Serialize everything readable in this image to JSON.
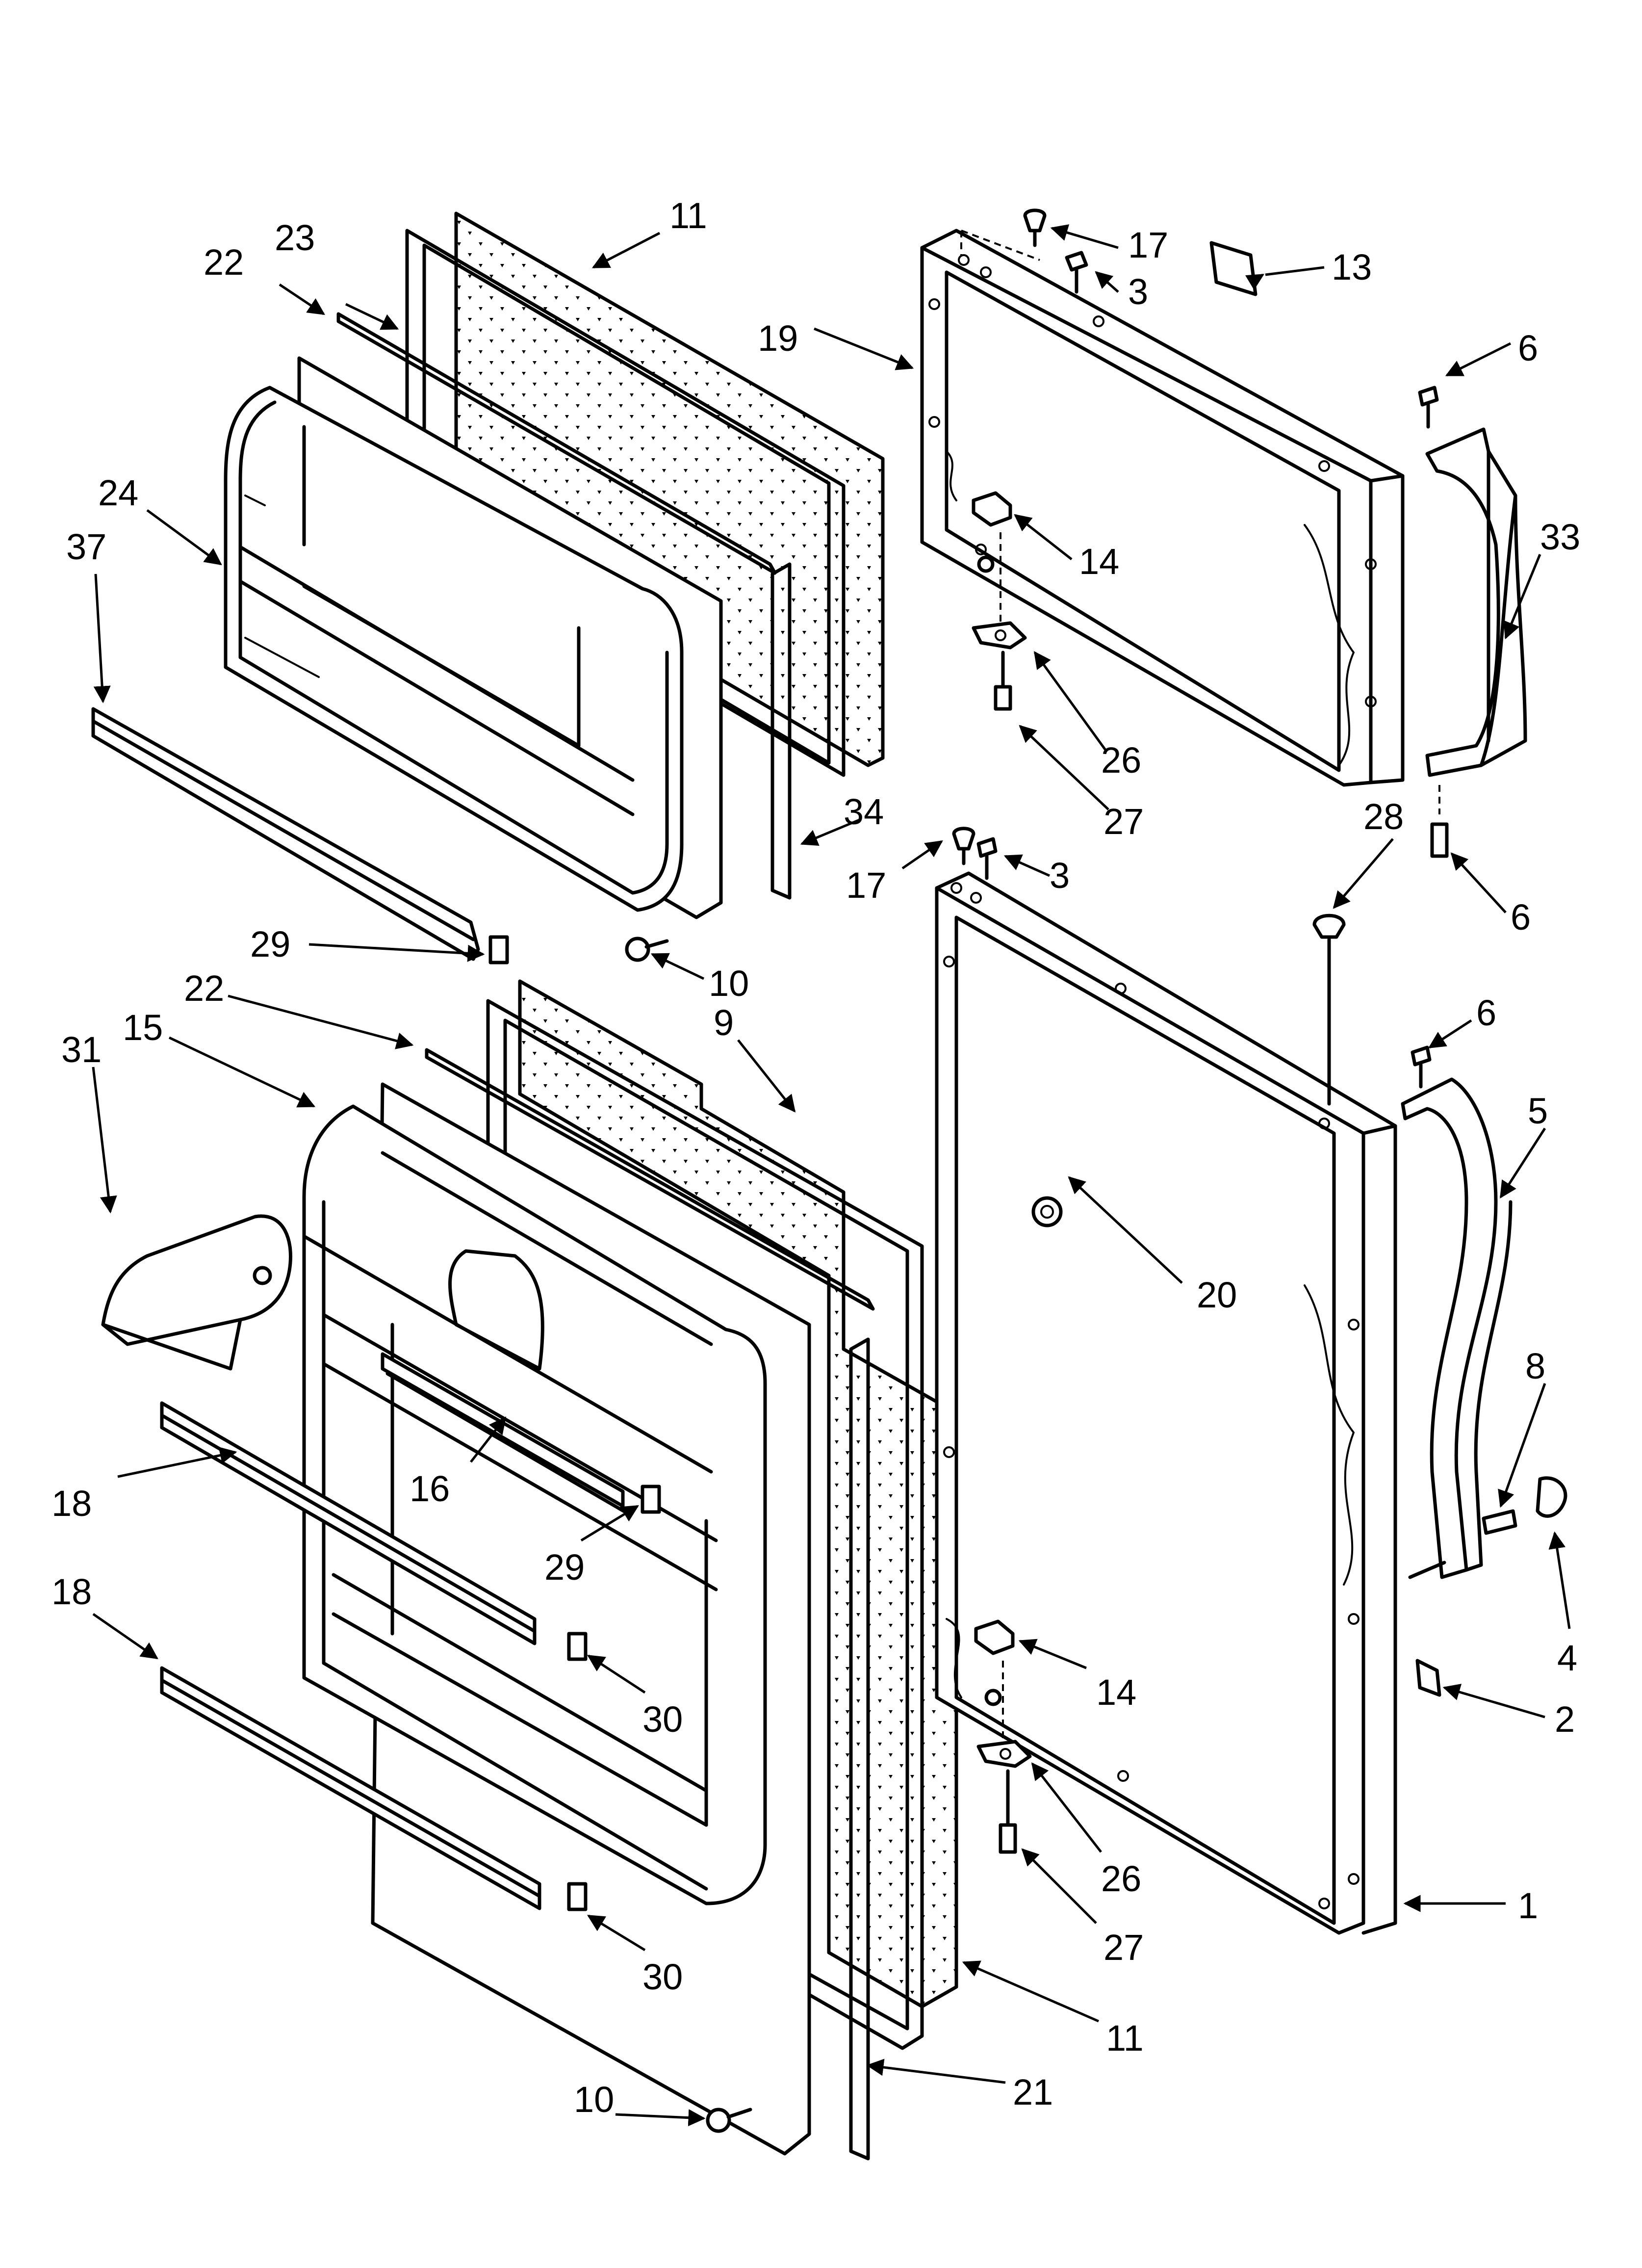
{
  "callouts": [
    {
      "id": "c11a",
      "text": "11"
    },
    {
      "id": "c23",
      "text": "23"
    },
    {
      "id": "c22a",
      "text": "22"
    },
    {
      "id": "c17a",
      "text": "17"
    },
    {
      "id": "c3a",
      "text": "3"
    },
    {
      "id": "c13",
      "text": "13"
    },
    {
      "id": "c19",
      "text": "19"
    },
    {
      "id": "c6a",
      "text": "6"
    },
    {
      "id": "c24",
      "text": "24"
    },
    {
      "id": "c37",
      "text": "37"
    },
    {
      "id": "c14a",
      "text": "14"
    },
    {
      "id": "c33",
      "text": "33"
    },
    {
      "id": "c26a",
      "text": "26"
    },
    {
      "id": "c27a",
      "text": "27"
    },
    {
      "id": "c34",
      "text": "34"
    },
    {
      "id": "c28",
      "text": "28"
    },
    {
      "id": "c17b",
      "text": "17"
    },
    {
      "id": "c3b",
      "text": "3"
    },
    {
      "id": "c6b",
      "text": "6"
    },
    {
      "id": "c29a",
      "text": "29"
    },
    {
      "id": "c10a",
      "text": "10"
    },
    {
      "id": "c22b",
      "text": "22"
    },
    {
      "id": "c6c",
      "text": "6"
    },
    {
      "id": "c31",
      "text": "31"
    },
    {
      "id": "c15",
      "text": "15"
    },
    {
      "id": "c9",
      "text": "9"
    },
    {
      "id": "c5",
      "text": "5"
    },
    {
      "id": "c20",
      "text": "20"
    },
    {
      "id": "c8",
      "text": "8"
    },
    {
      "id": "c18a",
      "text": "18"
    },
    {
      "id": "c16",
      "text": "16"
    },
    {
      "id": "c29b",
      "text": "29"
    },
    {
      "id": "c4",
      "text": "4"
    },
    {
      "id": "c18b",
      "text": "18"
    },
    {
      "id": "c30a",
      "text": "30"
    },
    {
      "id": "c14b",
      "text": "14"
    },
    {
      "id": "c2",
      "text": "2"
    },
    {
      "id": "c26b",
      "text": "26"
    },
    {
      "id": "c1",
      "text": "1"
    },
    {
      "id": "c27b",
      "text": "27"
    },
    {
      "id": "c30b",
      "text": "30"
    },
    {
      "id": "c11b",
      "text": "11"
    },
    {
      "id": "c10b",
      "text": "10"
    },
    {
      "id": "c21",
      "text": "21"
    }
  ]
}
